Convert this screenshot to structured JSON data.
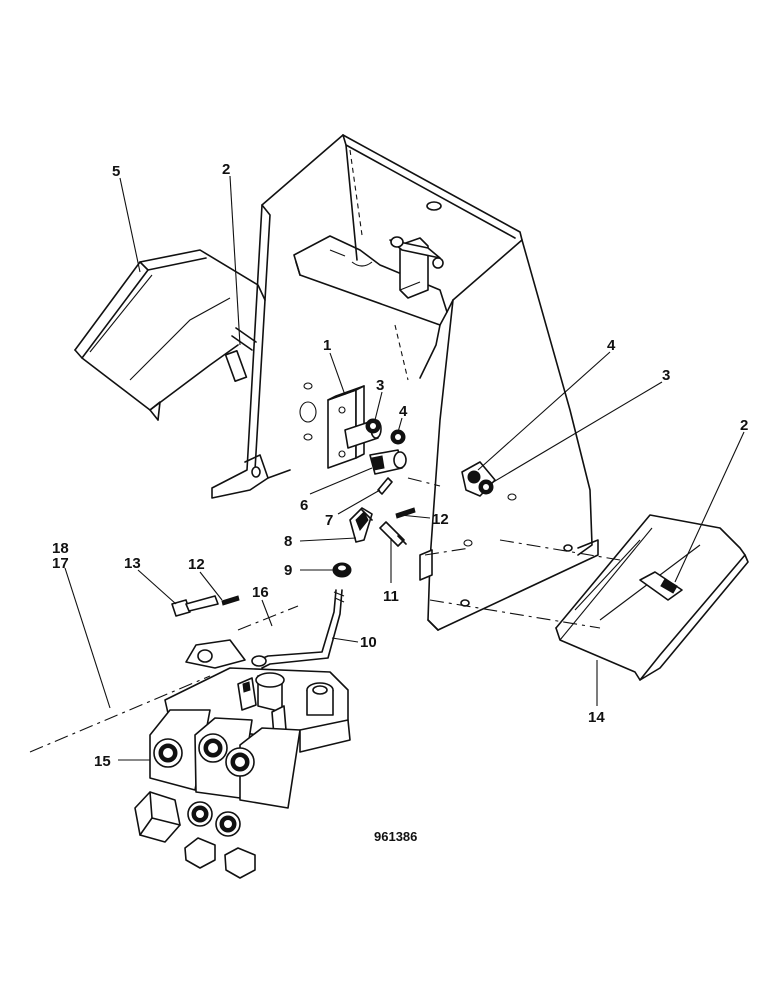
{
  "drawing": {
    "reference_number": "961386",
    "callouts": [
      {
        "id": "c5",
        "label": "5"
      },
      {
        "id": "c2a",
        "label": "2"
      },
      {
        "id": "c1",
        "label": "1"
      },
      {
        "id": "c3a",
        "label": "3"
      },
      {
        "id": "c4a",
        "label": "4"
      },
      {
        "id": "c4b",
        "label": "4"
      },
      {
        "id": "c3b",
        "label": "3"
      },
      {
        "id": "c2b",
        "label": "2"
      },
      {
        "id": "c6",
        "label": "6"
      },
      {
        "id": "c7",
        "label": "7"
      },
      {
        "id": "c12a",
        "label": "12"
      },
      {
        "id": "c8",
        "label": "8"
      },
      {
        "id": "c9",
        "label": "9"
      },
      {
        "id": "c11",
        "label": "11"
      },
      {
        "id": "c10",
        "label": "10"
      },
      {
        "id": "c18",
        "label": "18"
      },
      {
        "id": "c17",
        "label": "17"
      },
      {
        "id": "c13",
        "label": "13"
      },
      {
        "id": "c12b",
        "label": "12"
      },
      {
        "id": "c16",
        "label": "16"
      },
      {
        "id": "c15",
        "label": "15"
      },
      {
        "id": "c14",
        "label": "14"
      }
    ]
  }
}
